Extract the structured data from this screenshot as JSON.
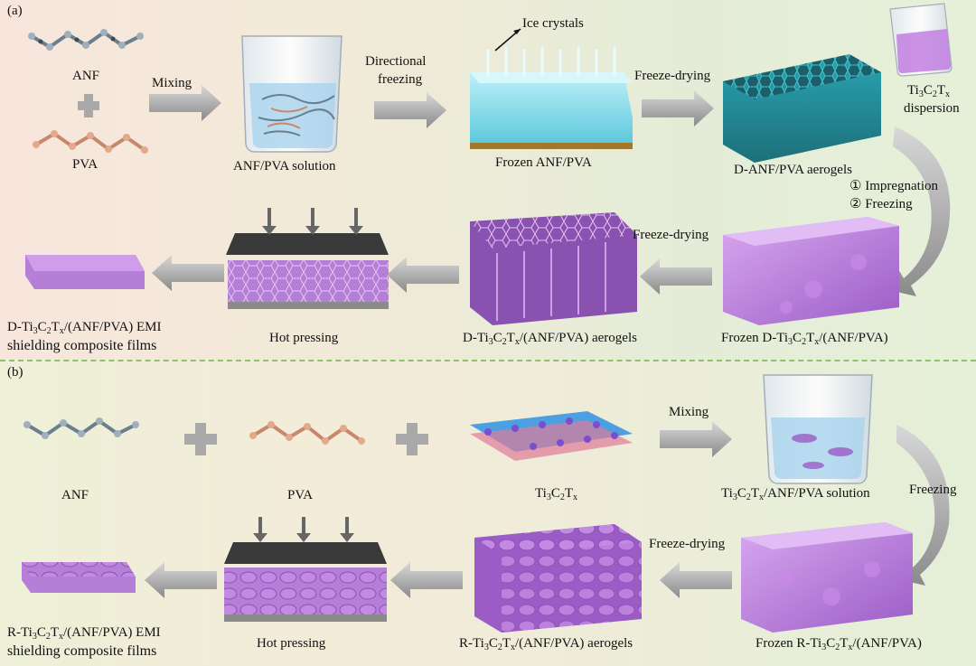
{
  "panels": {
    "a": "(a)",
    "b": "(b)"
  },
  "a": {
    "anf": "ANF",
    "pva": "PVA",
    "mixing": "Mixing",
    "solution": "ANF/PVA solution",
    "directional_1": "Directional",
    "directional_2": "freezing",
    "ice": "Ice crystals",
    "frozen": "Frozen ANF/PVA",
    "freeze_drying_1": "Freeze-drying",
    "aerogels": "D-ANF/PVA aerogels",
    "disp_pre": "Ti",
    "disp_sub1": "3",
    "disp_mid": "C",
    "disp_sub2": "2",
    "disp_t": "T",
    "disp_sub3": "x",
    "dispersion": "dispersion",
    "impregnation": "① Impregnation",
    "freezing_step": "② Freezing",
    "freeze_drying_2": "Freeze-drying",
    "frozen_d_pre": "Frozen D-Ti",
    "frozen_d_post": "/(ANF/PVA)",
    "d_aerogels_pre": "D-Ti",
    "d_aerogels_post": "/(ANF/PVA) aerogels",
    "hot_pressing": "Hot pressing",
    "film_pre": "D-Ti",
    "film_post": "/(ANF/PVA) EMI",
    "film_line2": "shielding composite films"
  },
  "b": {
    "anf": "ANF",
    "pva": "PVA",
    "mxene_pre": "Ti",
    "mixing": "Mixing",
    "solution_post": "/ANF/PVA solution",
    "freezing": "Freezing",
    "freeze_drying": "Freeze-drying",
    "frozen_r_pre": "Frozen R-Ti",
    "frozen_r_post": "/(ANF/PVA)",
    "r_aerogels_pre": "R-Ti",
    "r_aerogels_post": "/(ANF/PVA) aerogels",
    "hot_pressing": "Hot pressing",
    "film_pre": "R-Ti",
    "film_post": "/(ANF/PVA) EMI",
    "film_line2": "shielding composite films"
  },
  "sub": {
    "three": "3",
    "c": "C",
    "two": "2",
    "t": "T",
    "x": "x"
  },
  "colors": {
    "ice": "#7fd7e8",
    "anf_aerogel": "#2f9aa6",
    "mxene_purple": "#b77fd6",
    "arrow": "#9a9a9a",
    "divider": "#8dc26a"
  }
}
